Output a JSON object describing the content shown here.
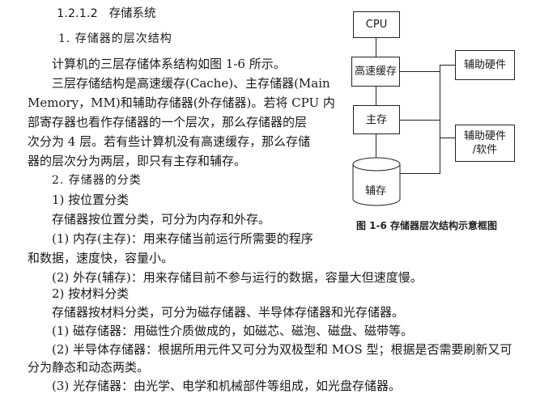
{
  "section": {
    "number": "1.2.1.2",
    "title": "存储系统"
  },
  "sub1": "1.  存储器的层次结构",
  "para1": "计算机的三层存储体系结构如图 1-6 所示。",
  "para2": [
    "三层存储结构是高速缓存(Cache)、主存储器(Main",
    "Memory，MM)和辅助存储器(外存储器)。若将 CPU 内",
    "部寄存器也看作存储器的一个层次，那么存储器的层",
    "次分为 4 层。若有些计算机没有高速缓存，那么存储",
    "器的层次分为两层，即只有主存和辅存。"
  ],
  "sub2": "2.  存储器的分类",
  "by_location": {
    "heading": "1)  按位置分类",
    "intro": "存储器按位置分类，可分为内存和外存。",
    "item1": [
      "(1)  内存(主存)：用来存储当前运行所需要的程序",
      "和数据，速度快，容量小。"
    ],
    "item2": "(2)  外存(辅存)：用来存储目前不参与运行的数据，容量大但速度慢。"
  },
  "by_material": {
    "heading": "2)  按材料分类",
    "intro": "存储器按材料分类，可分为磁存储器、半导体存储器和光存储器。",
    "item1": "(1)  磁存储器：用磁性介质做成的，如磁芯、磁泡、磁盘、磁带等。",
    "item2": [
      "(2)  半导体存储器：根据所用元件又可分为双极型和 MOS 型；根据是否需要刷新又可",
      "分为静态和动态两类。"
    ],
    "item3": "(3)  光存储器：由光学、电学和机械部件等组成，如光盘存储器。"
  },
  "diagram": {
    "cpu": "CPU",
    "cache": "高速缓存",
    "aux_hw": "辅助硬件",
    "main": "主存",
    "aux_hwsw": [
      "辅助硬件",
      "/软件"
    ],
    "disk": "辅存",
    "caption": "图 1-6    存储器层次结构示意框图"
  }
}
